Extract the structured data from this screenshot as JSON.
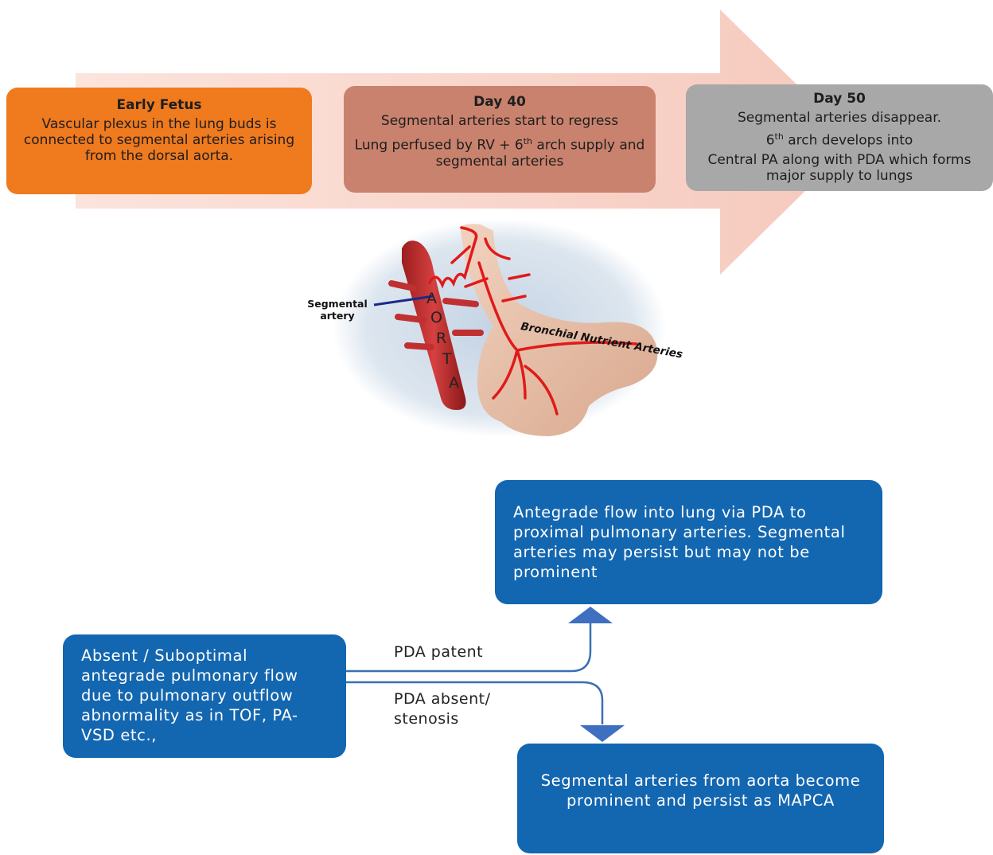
{
  "timeline": {
    "stages": [
      {
        "heading": "Early Fetus",
        "lines": [
          "Vascular plexus in the lung buds is connected to segmental arteries arising from the dorsal aorta."
        ],
        "color": "#f07a1e"
      },
      {
        "heading": "Day 40",
        "lines": [
          "Segmental arteries start to regress",
          "Lung perfused by RV + 6th arch supply and segmental arteries"
        ],
        "color": "#c9826d"
      },
      {
        "heading": "Day 50",
        "lines": [
          "Segmental arteries disappear.",
          "6th arch develops into",
          "Central PA along with PDA which forms  major supply to lungs"
        ],
        "color": "#a8a8a8"
      }
    ],
    "arrow_color": "#f6d3cb"
  },
  "illustration": {
    "segmental_label_1": "Segmental",
    "segmental_label_2": "artery",
    "aorta_letters": [
      "A",
      "O",
      "R",
      "T",
      "A"
    ],
    "bronchial_label": "Bronchial Nutrient Arteries"
  },
  "flow": {
    "source": "Absent / Suboptimal antegrade pulmonary flow due to pulmonary outflow abnormality as in TOF, PA-VSD etc.,",
    "top_outcome": "Antegrade flow into lung via PDA to proximal pulmonary arteries. Segmental arteries may persist but may not be prominent",
    "bottom_outcome": "Segmental arteries from aorta become prominent and persist as MAPCA",
    "patent_label": "PDA patent",
    "absent_label_1": "PDA absent/",
    "absent_label_2": "stenosis",
    "box_color": "#1366b0"
  }
}
